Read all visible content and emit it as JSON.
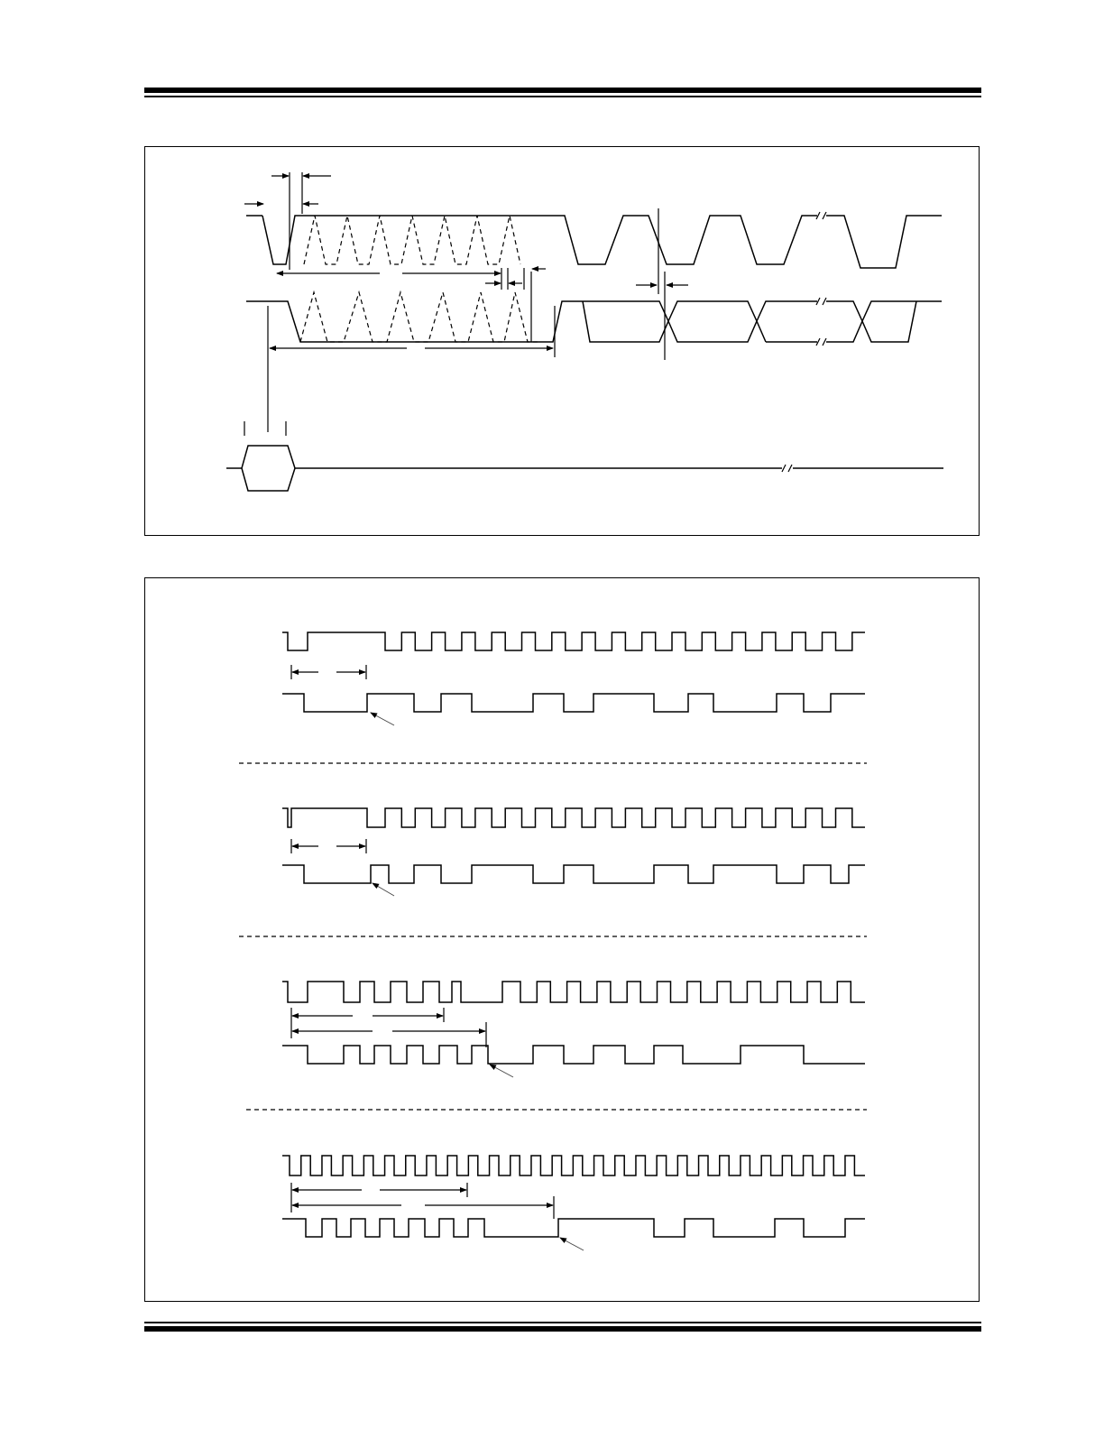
{
  "document": {
    "header_rule": true,
    "footer_rule": true
  },
  "figures": [
    {
      "id": "startup-timing",
      "has_caption": false
    },
    {
      "id": "clock-switch-timing",
      "has_caption": false,
      "sections": 4
    }
  ],
  "colors": {
    "ink": "#000000",
    "paper": "#ffffff"
  }
}
